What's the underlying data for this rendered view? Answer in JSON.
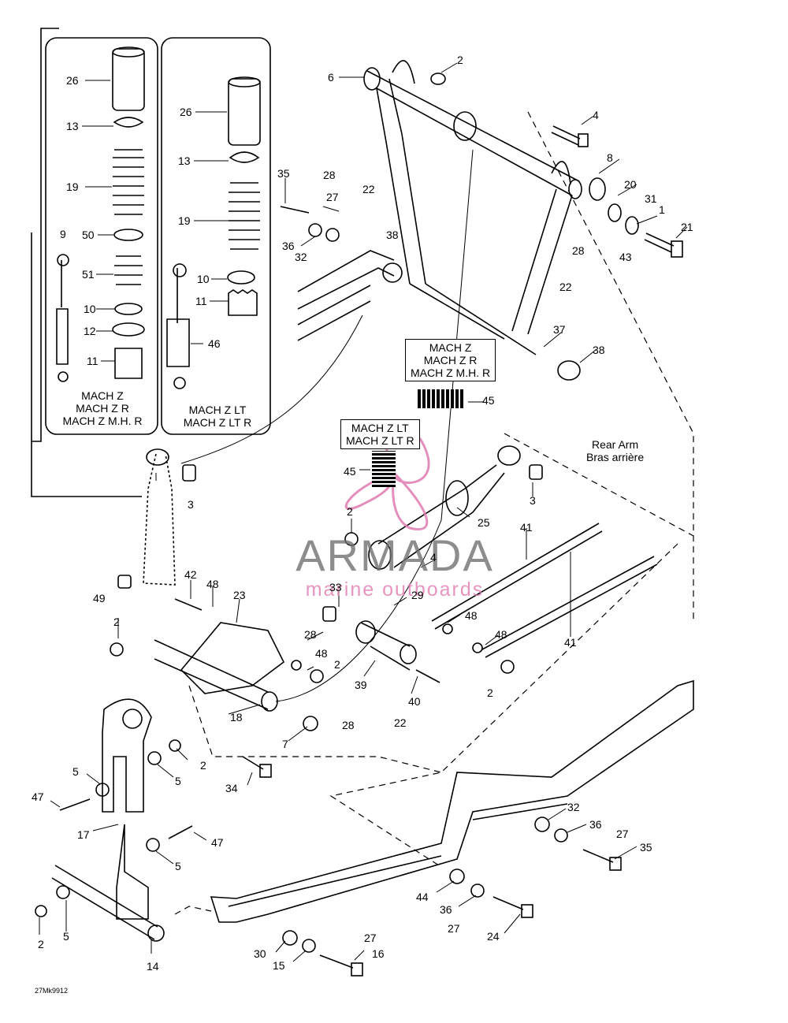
{
  "callouts": {
    "c26a": "26",
    "c13a": "13",
    "c19a": "19",
    "c50": "50",
    "c9": "9",
    "c51": "51",
    "c10a": "10",
    "c12": "12",
    "c11a": "11",
    "c26b": "26",
    "c13b": "13",
    "c19b": "19",
    "c10b": "10",
    "c11b": "11",
    "c46": "46",
    "c6": "6",
    "c2a": "2",
    "c4a": "4",
    "c8": "8",
    "c20": "20",
    "c31": "31",
    "c1": "1",
    "c21": "21",
    "c43": "43",
    "c35a": "35",
    "c27a": "27",
    "c28a": "28",
    "c22a": "22",
    "c36a": "36",
    "c32a": "32",
    "c38a": "38",
    "c28b": "28",
    "c22b": "22",
    "c37": "37",
    "c38b": "38",
    "c45a": "45",
    "c45b": "45",
    "c3a": "3",
    "c3b": "3",
    "c25": "25",
    "c2b": "2",
    "c4b": "4",
    "c41a": "41",
    "c41b": "41",
    "c42": "42",
    "c48a": "48",
    "c23": "23",
    "c49": "49",
    "c2c": "2",
    "c28c": "28",
    "c48b": "48",
    "c2d": "2",
    "c33": "33",
    "c29": "29",
    "c48c": "48",
    "c48d": "48",
    "c2e": "2",
    "c39": "39",
    "c40": "40",
    "c18": "18",
    "c28d": "28",
    "c22c": "22",
    "c7": "7",
    "c5a": "5",
    "c2f": "2",
    "c5b": "5",
    "c34": "34",
    "c47a": "47",
    "c17": "17",
    "c47b": "47",
    "c5c": "5",
    "c32b": "32",
    "c36b": "36",
    "c27b": "27",
    "c35b": "35",
    "c44": "44",
    "c36c": "36",
    "c27c": "27",
    "c24": "24",
    "c2g": "2",
    "c5d": "5",
    "c14": "14",
    "c30": "30",
    "c15": "15",
    "c27d": "27",
    "c16": "16"
  },
  "labels": {
    "left_box": [
      "MACH Z",
      "MACH Z R",
      "MACH Z M.H. R"
    ],
    "right_box": [
      "MACH Z LT",
      "MACH Z LT R"
    ],
    "decal_box_top": [
      "MACH Z",
      "MACH Z R",
      "MACH Z M.H. R"
    ],
    "decal_box_mid": [
      "MACH Z LT",
      "MACH Z LT R"
    ],
    "rear_arm": [
      "Rear Arm",
      "Bras arrière"
    ],
    "ref_code": "27Mk9912"
  },
  "watermark": {
    "brand": "ARMADA",
    "tagline": "marine outboards",
    "brand_color": "#6e6e6e",
    "accent_color": "#e07bb0"
  }
}
